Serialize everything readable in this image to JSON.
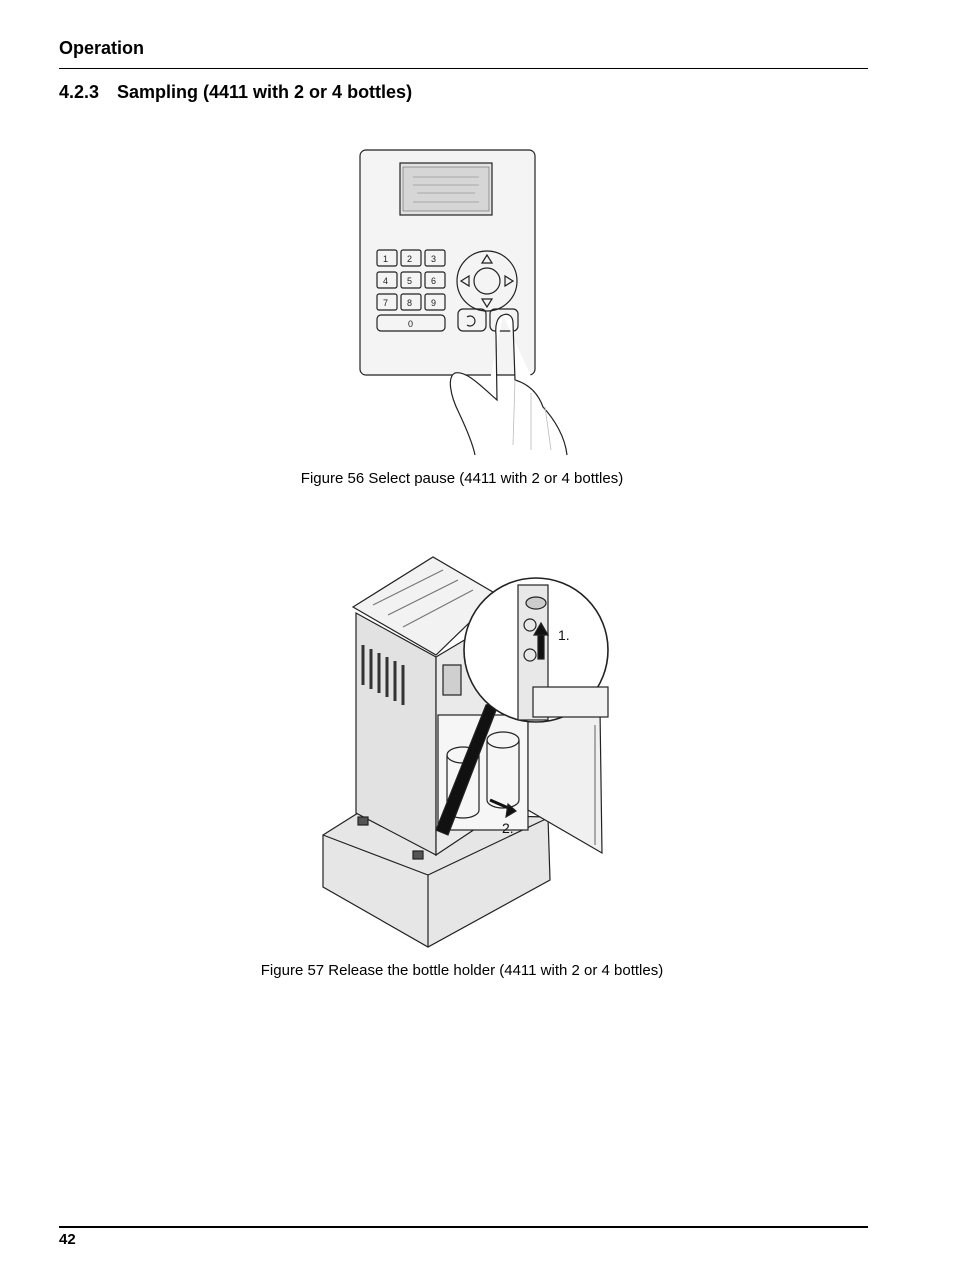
{
  "header": {
    "title": "Operation"
  },
  "section": {
    "number": "4.2.3",
    "title": "Sampling (4411 with 2 or 4 bottles)"
  },
  "figure56": {
    "caption": "Figure 56 Select pause (4411 with 2 or 4 bottles)",
    "keypad": [
      "1",
      "2",
      "3",
      "4",
      "5",
      "6",
      "7",
      "8",
      "9",
      "0"
    ]
  },
  "figure57": {
    "caption": "Figure 57 Release the bottle holder (4411 with 2 or 4 bottles)",
    "step1": "1.",
    "step2": "2."
  },
  "footer": {
    "page_number": "42"
  }
}
